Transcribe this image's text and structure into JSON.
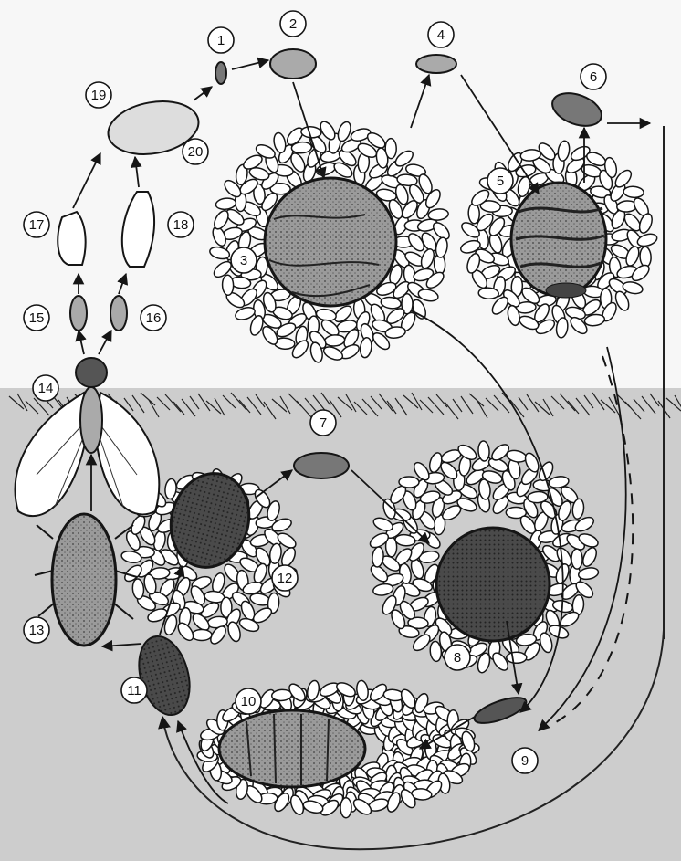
{
  "colors": {
    "paper": "#f7f7f7",
    "ground": "#cdcdcd",
    "soil_band": "#bdbdbd",
    "ink": "#151515",
    "egg": "#ffffff",
    "gall_shade": "#8a8a8a",
    "dark_body": "#3a3a3a"
  },
  "stage_labels": [
    "1",
    "2",
    "3",
    "4",
    "5",
    "6",
    "7",
    "8",
    "9",
    "10",
    "11",
    "12",
    "13",
    "14",
    "15",
    "16",
    "17",
    "18",
    "19",
    "20"
  ]
}
